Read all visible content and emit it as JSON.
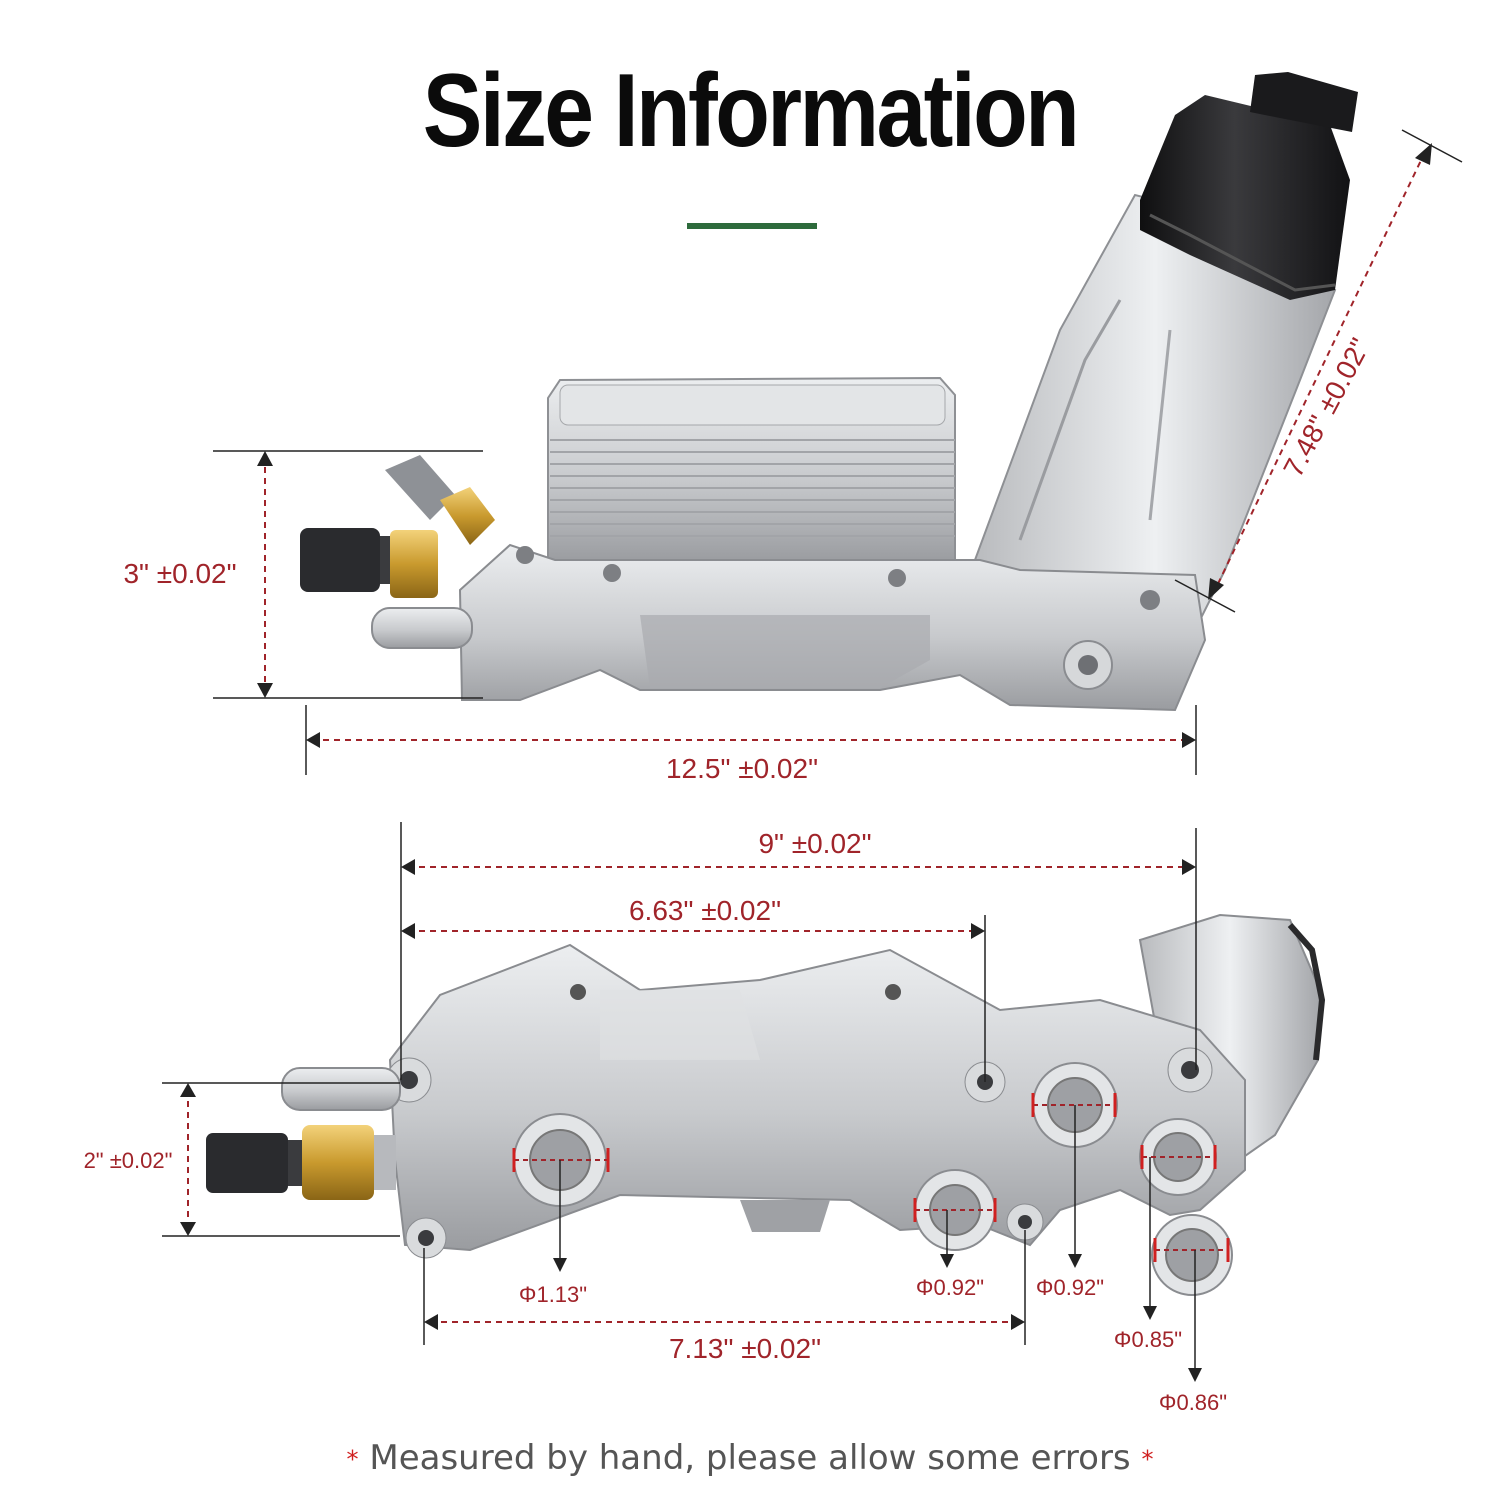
{
  "title": "Size Information",
  "colors": {
    "accent_bar": "#2e6b3c",
    "dimension": "#a0242a",
    "metal": "#c9cbcf",
    "cap": "#1b1b1d"
  },
  "top_view": {
    "height_label": "3ʺ ±0.02ʺ",
    "length_label": "12.5ʺ ±0.02ʺ",
    "diagonal_label": "7.48ʺ ±0.02ʺ"
  },
  "bottom_view": {
    "span_9_label": "9ʺ ±0.02ʺ",
    "span_663_label": "6.63ʺ ±0.02ʺ",
    "span_713_label": "7.13ʺ ±0.02ʺ",
    "height_label": "2ʺ ±0.02ʺ",
    "ports": [
      {
        "label": "Φ1.13ʺ"
      },
      {
        "label": "Φ0.92ʺ"
      },
      {
        "label": "Φ0.92ʺ"
      },
      {
        "label": "Φ0.85ʺ"
      },
      {
        "label": "Φ0.86ʺ"
      }
    ]
  },
  "footnote": {
    "star": "*",
    "text": "Measured by hand, please allow some errors"
  }
}
